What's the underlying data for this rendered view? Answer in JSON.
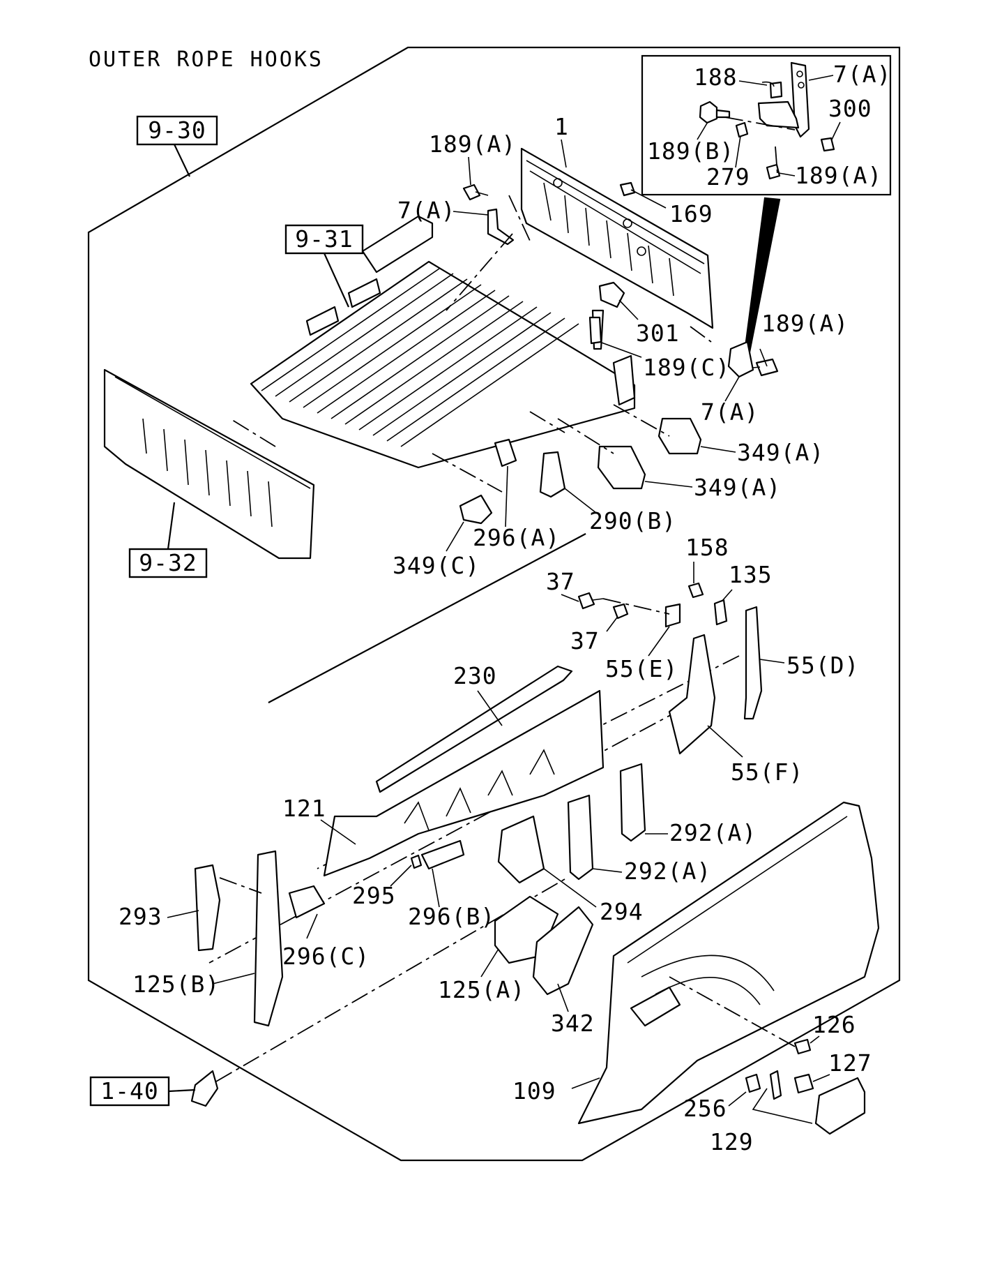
{
  "title": "OUTER ROPE HOOKS",
  "references": [
    "9-30",
    "9-31",
    "9-32",
    "1-40"
  ],
  "callouts": [
    "188",
    "7(A)",
    "300",
    "189(B)",
    "279",
    "189(A)",
    "189(A)",
    "1",
    "7(A)",
    "169",
    "301",
    "189(A)",
    "189(C)",
    "7(A)",
    "349(A)",
    "349(A)",
    "290(B)",
    "296(A)",
    "349(C)",
    "158",
    "135",
    "37",
    "37",
    "55(E)",
    "55(D)",
    "230",
    "55(F)",
    "121",
    "292(A)",
    "292(A)",
    "293",
    "295",
    "296(B)",
    "294",
    "296(C)",
    "125(B)",
    "125(A)",
    "342",
    "126",
    "127",
    "109",
    "256",
    "129"
  ]
}
